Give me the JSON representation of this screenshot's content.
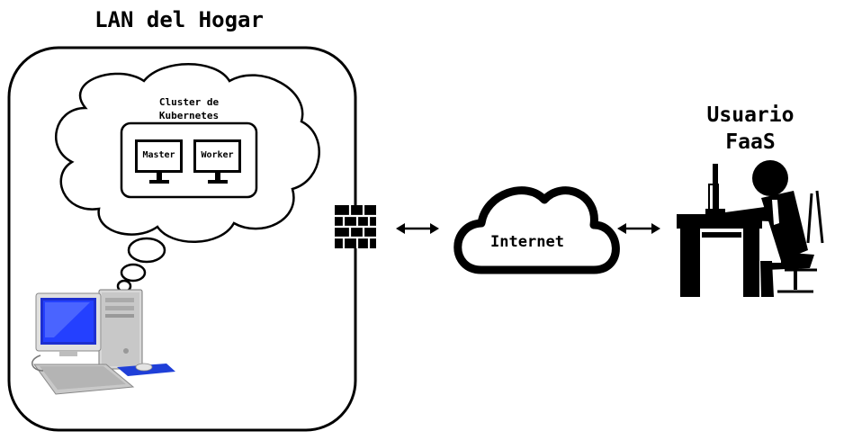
{
  "lan": {
    "title": "LAN del Hogar"
  },
  "cluster": {
    "title_line1": "Cluster de",
    "title_line2": "Kubernetes",
    "master_label": "Master",
    "worker_label": "Worker"
  },
  "internet": {
    "label": "Internet"
  },
  "user": {
    "line1": "Usuario",
    "line2": "FaaS"
  },
  "icons": [
    "desktop-computer-icon",
    "thought-cloud-icon",
    "monitor-icon",
    "firewall-icon",
    "double-arrow-icon",
    "cloud-icon",
    "user-at-desk-icon"
  ]
}
